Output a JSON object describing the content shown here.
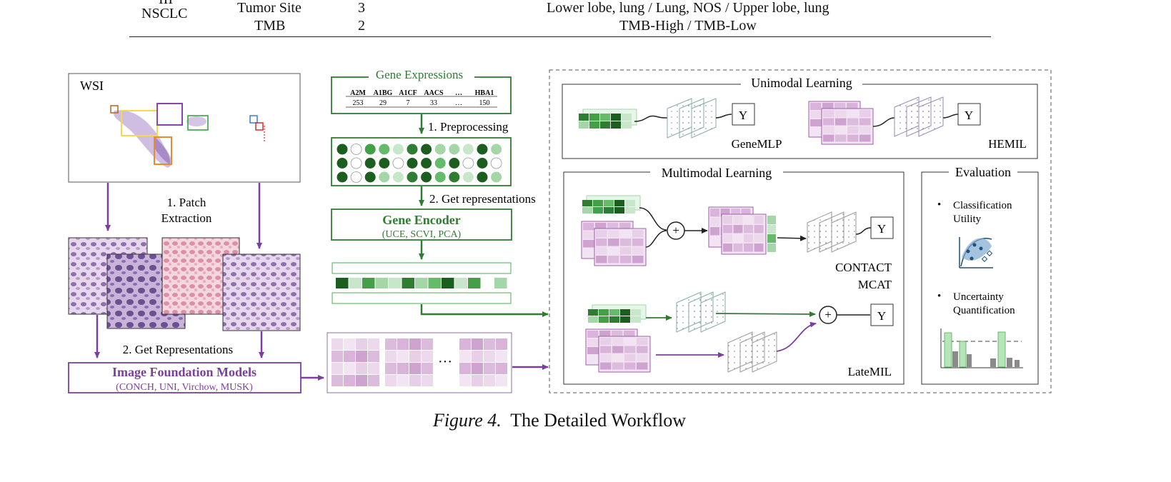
{
  "table": {
    "partial_top_text": "III",
    "group_label": "NSCLC",
    "rows": [
      {
        "attribute": "Tumor Site",
        "count": "3",
        "values": "Lower lobe, lung / Lung, NOS / Upper lobe, lung"
      },
      {
        "attribute": "TMB",
        "count": "2",
        "values": "TMB-High / TMB-Low"
      }
    ]
  },
  "workflow": {
    "wsi_label": "WSI",
    "patch_extraction_line1": "1. Patch",
    "patch_extraction_line2": "Extraction",
    "get_representations_image": "2. Get Representations",
    "image_models_title": "Image Foundation Models",
    "image_models_subtitle": "(CONCH, UNI, Virchow, MUSK)",
    "ellipsis": "···",
    "gene_expressions_title": "Gene Expressions",
    "gene_table": {
      "headers": [
        "A2M",
        "A1BG",
        "A1CF",
        "AACS",
        "…",
        "HBA1"
      ],
      "values": [
        "253",
        "29",
        "7",
        "33",
        "…",
        "150"
      ]
    },
    "preprocessing": "1. Preprocessing",
    "get_representations_gene": "2. Get representations",
    "gene_encoder_title": "Gene Encoder",
    "gene_encoder_subtitle": "(UCE, SCVI, PCA)",
    "unimodal_title": "Unimodal Learning",
    "genemlp": "GeneMLP",
    "hemil": "HEMIL",
    "multimodal_title": "Multimodal Learning",
    "contact": "CONTACT",
    "mcat": "MCAT",
    "latemil": "LateMIL",
    "output_label": "Y",
    "plus": "+",
    "evaluation_title": "Evaluation",
    "bullet": "•",
    "eval_item1_line1": "Classification",
    "eval_item1_line2": "Utility",
    "eval_item2_line1": "Uncertainty",
    "eval_item2_line2": "Quantification"
  },
  "caption": {
    "figure_label": "Figure 4.",
    "text": "The Detailed Workflow"
  },
  "colors": {
    "purple": "#7b3fa0",
    "green": "#2e7d32",
    "dark_green": "#1b5e20",
    "pink_cell": "#d8b4d8",
    "light_green": "#a5d6a7"
  }
}
